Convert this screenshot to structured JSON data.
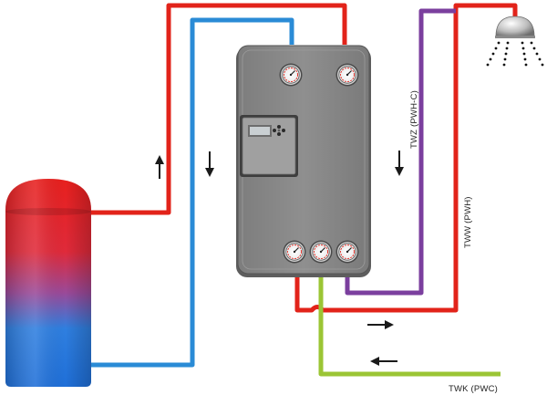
{
  "labels": {
    "twz": "TWZ (PWH-C)",
    "twh": "TWW (PWH)",
    "twk": "TWK (PWC)"
  },
  "colors": {
    "hot": "#e2231a",
    "cold_primary": "#2a8bd6",
    "circulation": "#7b3f9e",
    "cold_water": "#9bc535",
    "housing": "#8a8a8a",
    "arrow": "#1a1a1a"
  },
  "icons": [
    "tank-icon",
    "shower-head-icon",
    "pressure-gauge-icon",
    "controller-display-icon",
    "flow-arrow-icon"
  ]
}
